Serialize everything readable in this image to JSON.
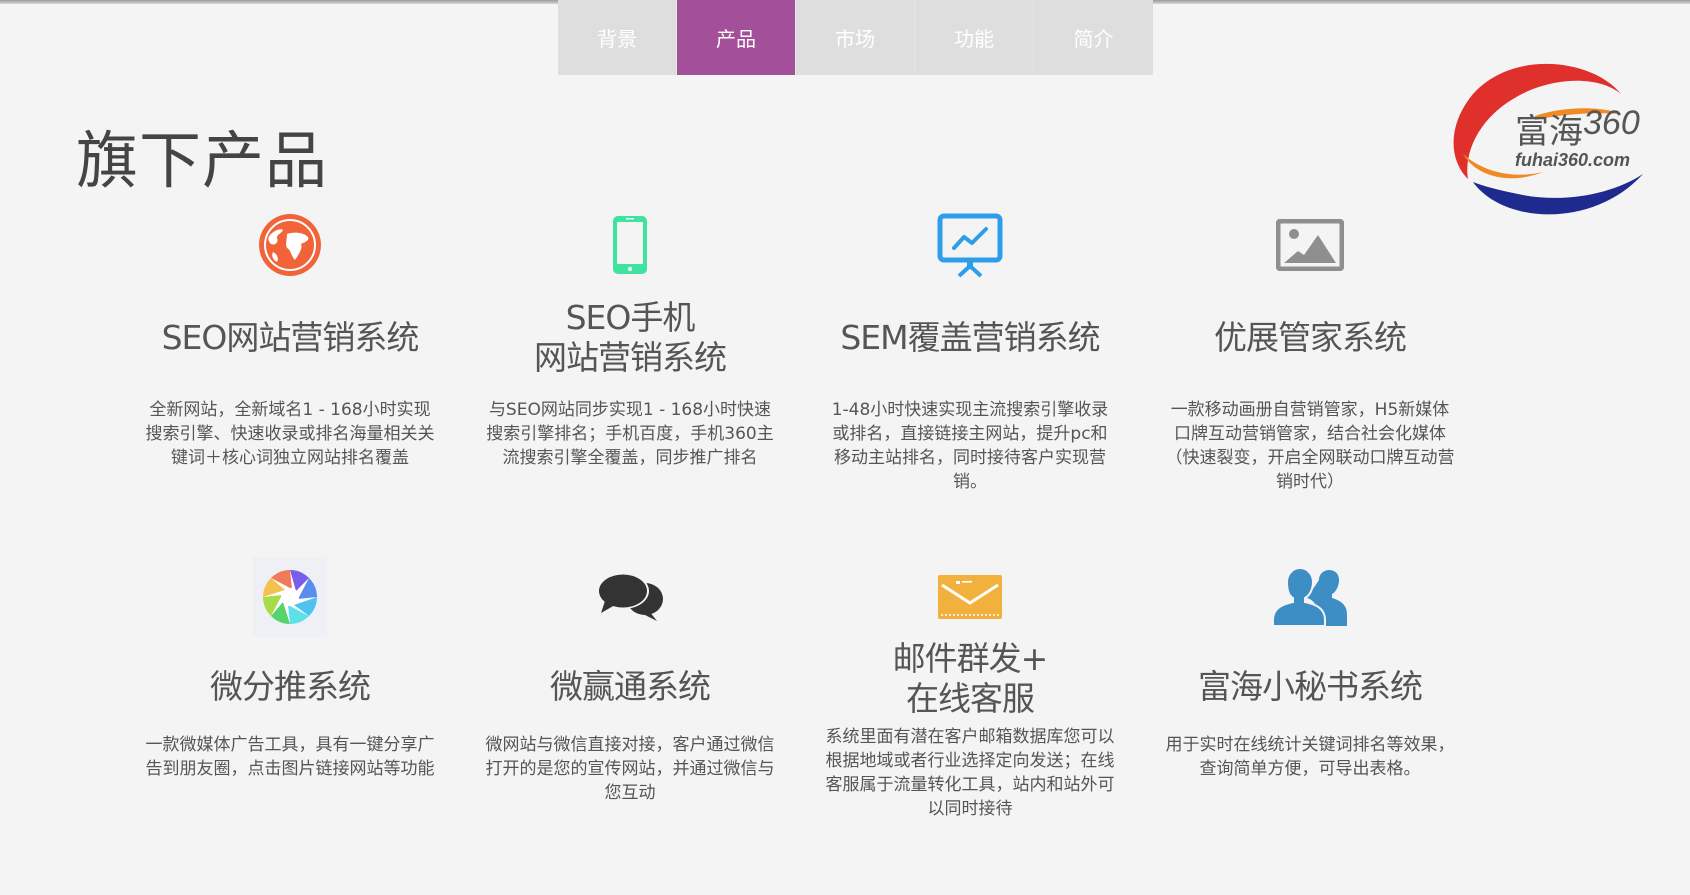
{
  "nav": {
    "tabs": [
      {
        "label": "背景",
        "active": false
      },
      {
        "label": "产品",
        "active": true
      },
      {
        "label": "市场",
        "active": false
      },
      {
        "label": "功能",
        "active": false
      },
      {
        "label": "简介",
        "active": false
      }
    ],
    "active_color": "#a44f9a",
    "inactive_color": "#dedede"
  },
  "logo": {
    "brand_cn": "富海",
    "brand_num": "360",
    "url_text": "fuhai360.com",
    "colors": {
      "red": "#e0302b",
      "orange": "#f08a24",
      "blue": "#1f2a8f"
    }
  },
  "page": {
    "title": "旗下产品"
  },
  "products": [
    {
      "icon": "globe-icon",
      "icon_color": "#f2633a",
      "title_lines": [
        "SEO网站营销系统"
      ],
      "description": "全新网站，全新域名1 - 168小时实现搜索引擎、快速收录或排名海量相关关键词＋核心词独立网站排名覆盖"
    },
    {
      "icon": "mobile-phone-icon",
      "icon_color": "#3ee39f",
      "title_lines": [
        "SEO手机",
        "网站营销系统"
      ],
      "description": "与SEO网站同步实现1 - 168小时快速搜索引擎排名；手机百度，手机360主流搜索引擎全覆盖，同步推广排名"
    },
    {
      "icon": "presentation-chart-icon",
      "icon_color": "#2f9ee8",
      "title_lines": [
        "SEM覆盖营销系统"
      ],
      "description": "1-48小时快速实现主流搜索引擎收录或排名，直接链接主网站，提升pc和移动主站排名，同时接待客户实现营销。"
    },
    {
      "icon": "image-icon",
      "icon_color": "#8f8f8f",
      "title_lines": [
        "优展管家系统"
      ],
      "description": "一款移动画册自营销管家，H5新媒体口牌互动营销管家，结合社会化媒体（快速裂变，开启全网联动口牌互动营销时代）"
    },
    {
      "icon": "aperture-icon",
      "icon_color": "#5b8def",
      "title_lines": [
        "微分推系统"
      ],
      "description": "一款微媒体广告工具，具有一键分享广告到朋友圈，点击图片链接网站等功能"
    },
    {
      "icon": "chat-bubbles-icon",
      "icon_color": "#333333",
      "title_lines": [
        "微赢通系统"
      ],
      "description": "微网站与微信直接对接，客户通过微信打开的是您的宣传网站，并通过微信与您互动"
    },
    {
      "icon": "envelope-icon",
      "icon_color": "#f2b13c",
      "title_lines": [
        "邮件群发+",
        "在线客服"
      ],
      "description": "系统里面有潜在客户邮箱数据库您可以根据地域或者行业选择定向发送；在线客服属于流量转化工具，站内和站外可以同时接待"
    },
    {
      "icon": "users-icon",
      "icon_color": "#3d8ec4",
      "title_lines": [
        "富海小秘书系统"
      ],
      "description": "用于实时在线统计关键词排名等效果，查询简单方便，可导出表格。"
    }
  ]
}
